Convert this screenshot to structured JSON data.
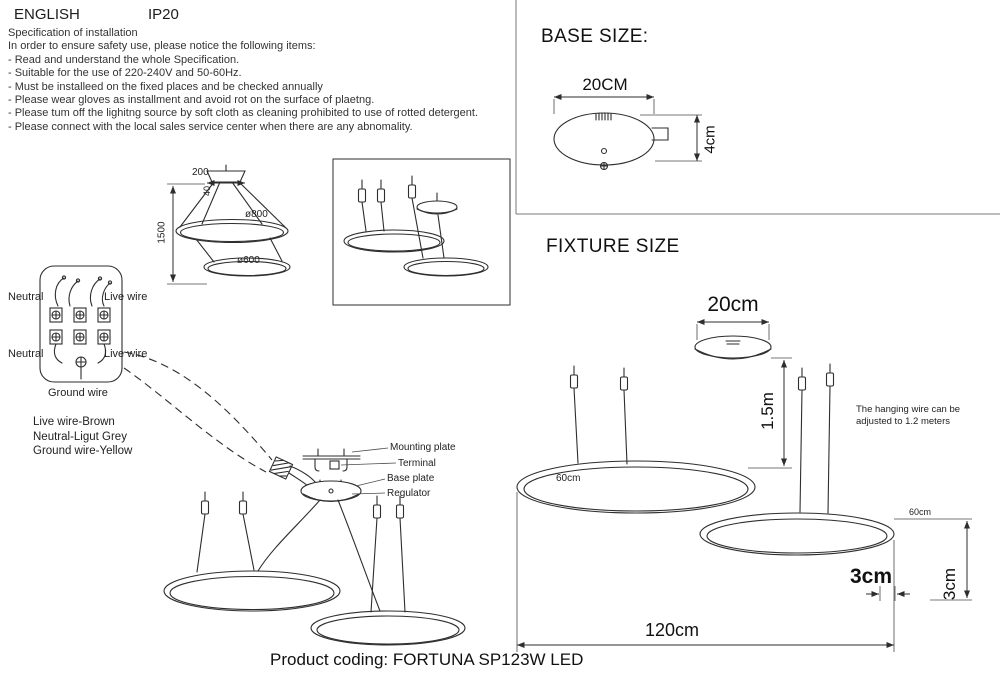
{
  "header": {
    "language": "ENGLISH",
    "ip_rating": "IP20"
  },
  "spec": {
    "title": "Specification of installation",
    "intro": "In order to ensure safety use, please notice the following items:",
    "items": [
      "- Read and understand the whole Specification.",
      "- Suitable for the use of 220-240V and 50-60Hz.",
      "- Must be installeed on the fixed places and be checked annually",
      "- Please wear gloves as installment and avoid rot on the surface of plaetng.",
      "- Please tum off the lighitng source by soft cloth as cleaning prohibited to use of rotted detergent.",
      "- Please connect with the local sales service center when there are any abnomality."
    ]
  },
  "base_size": {
    "title": "BASE SIZE:",
    "width": "20CM",
    "height": "4cm"
  },
  "fixture_size": {
    "title": "FIXTURE SIZE",
    "canopy_width": "20cm",
    "wire_length": "1.5m",
    "ring_left_diameter": "60cm",
    "ring_right_diameter": "60cm",
    "note": "The hanging wire can be adjusted to 1.2 meters",
    "gap_label": "3cm",
    "tube_height": "3cm",
    "total_width": "120cm"
  },
  "overview_drawing": {
    "canopy_width": "200",
    "canopy_height": "40",
    "drop_height": "1500",
    "ring1_diameter": "ø800",
    "ring2_diameter": "ø600"
  },
  "wiring": {
    "neutral_top": "Neutral",
    "live_top": "Live wire",
    "neutral_bottom": "Neutral",
    "live_bottom": "Live wire",
    "ground": "Ground wire",
    "legend": [
      "Live wire-Brown",
      "Neutral-Ligut Grey",
      "Ground wire-Yellow"
    ]
  },
  "assembly": {
    "mounting_plate": "Mounting plate",
    "terminal": "Terminal",
    "base_plate": "Base plate",
    "regulator": "Regulator"
  },
  "footer": {
    "product_coding": "Product coding: FORTUNA SP123W LED"
  },
  "colors": {
    "line": "#2e2e2e",
    "divider": "#7a7a7a",
    "background": "#ffffff"
  }
}
